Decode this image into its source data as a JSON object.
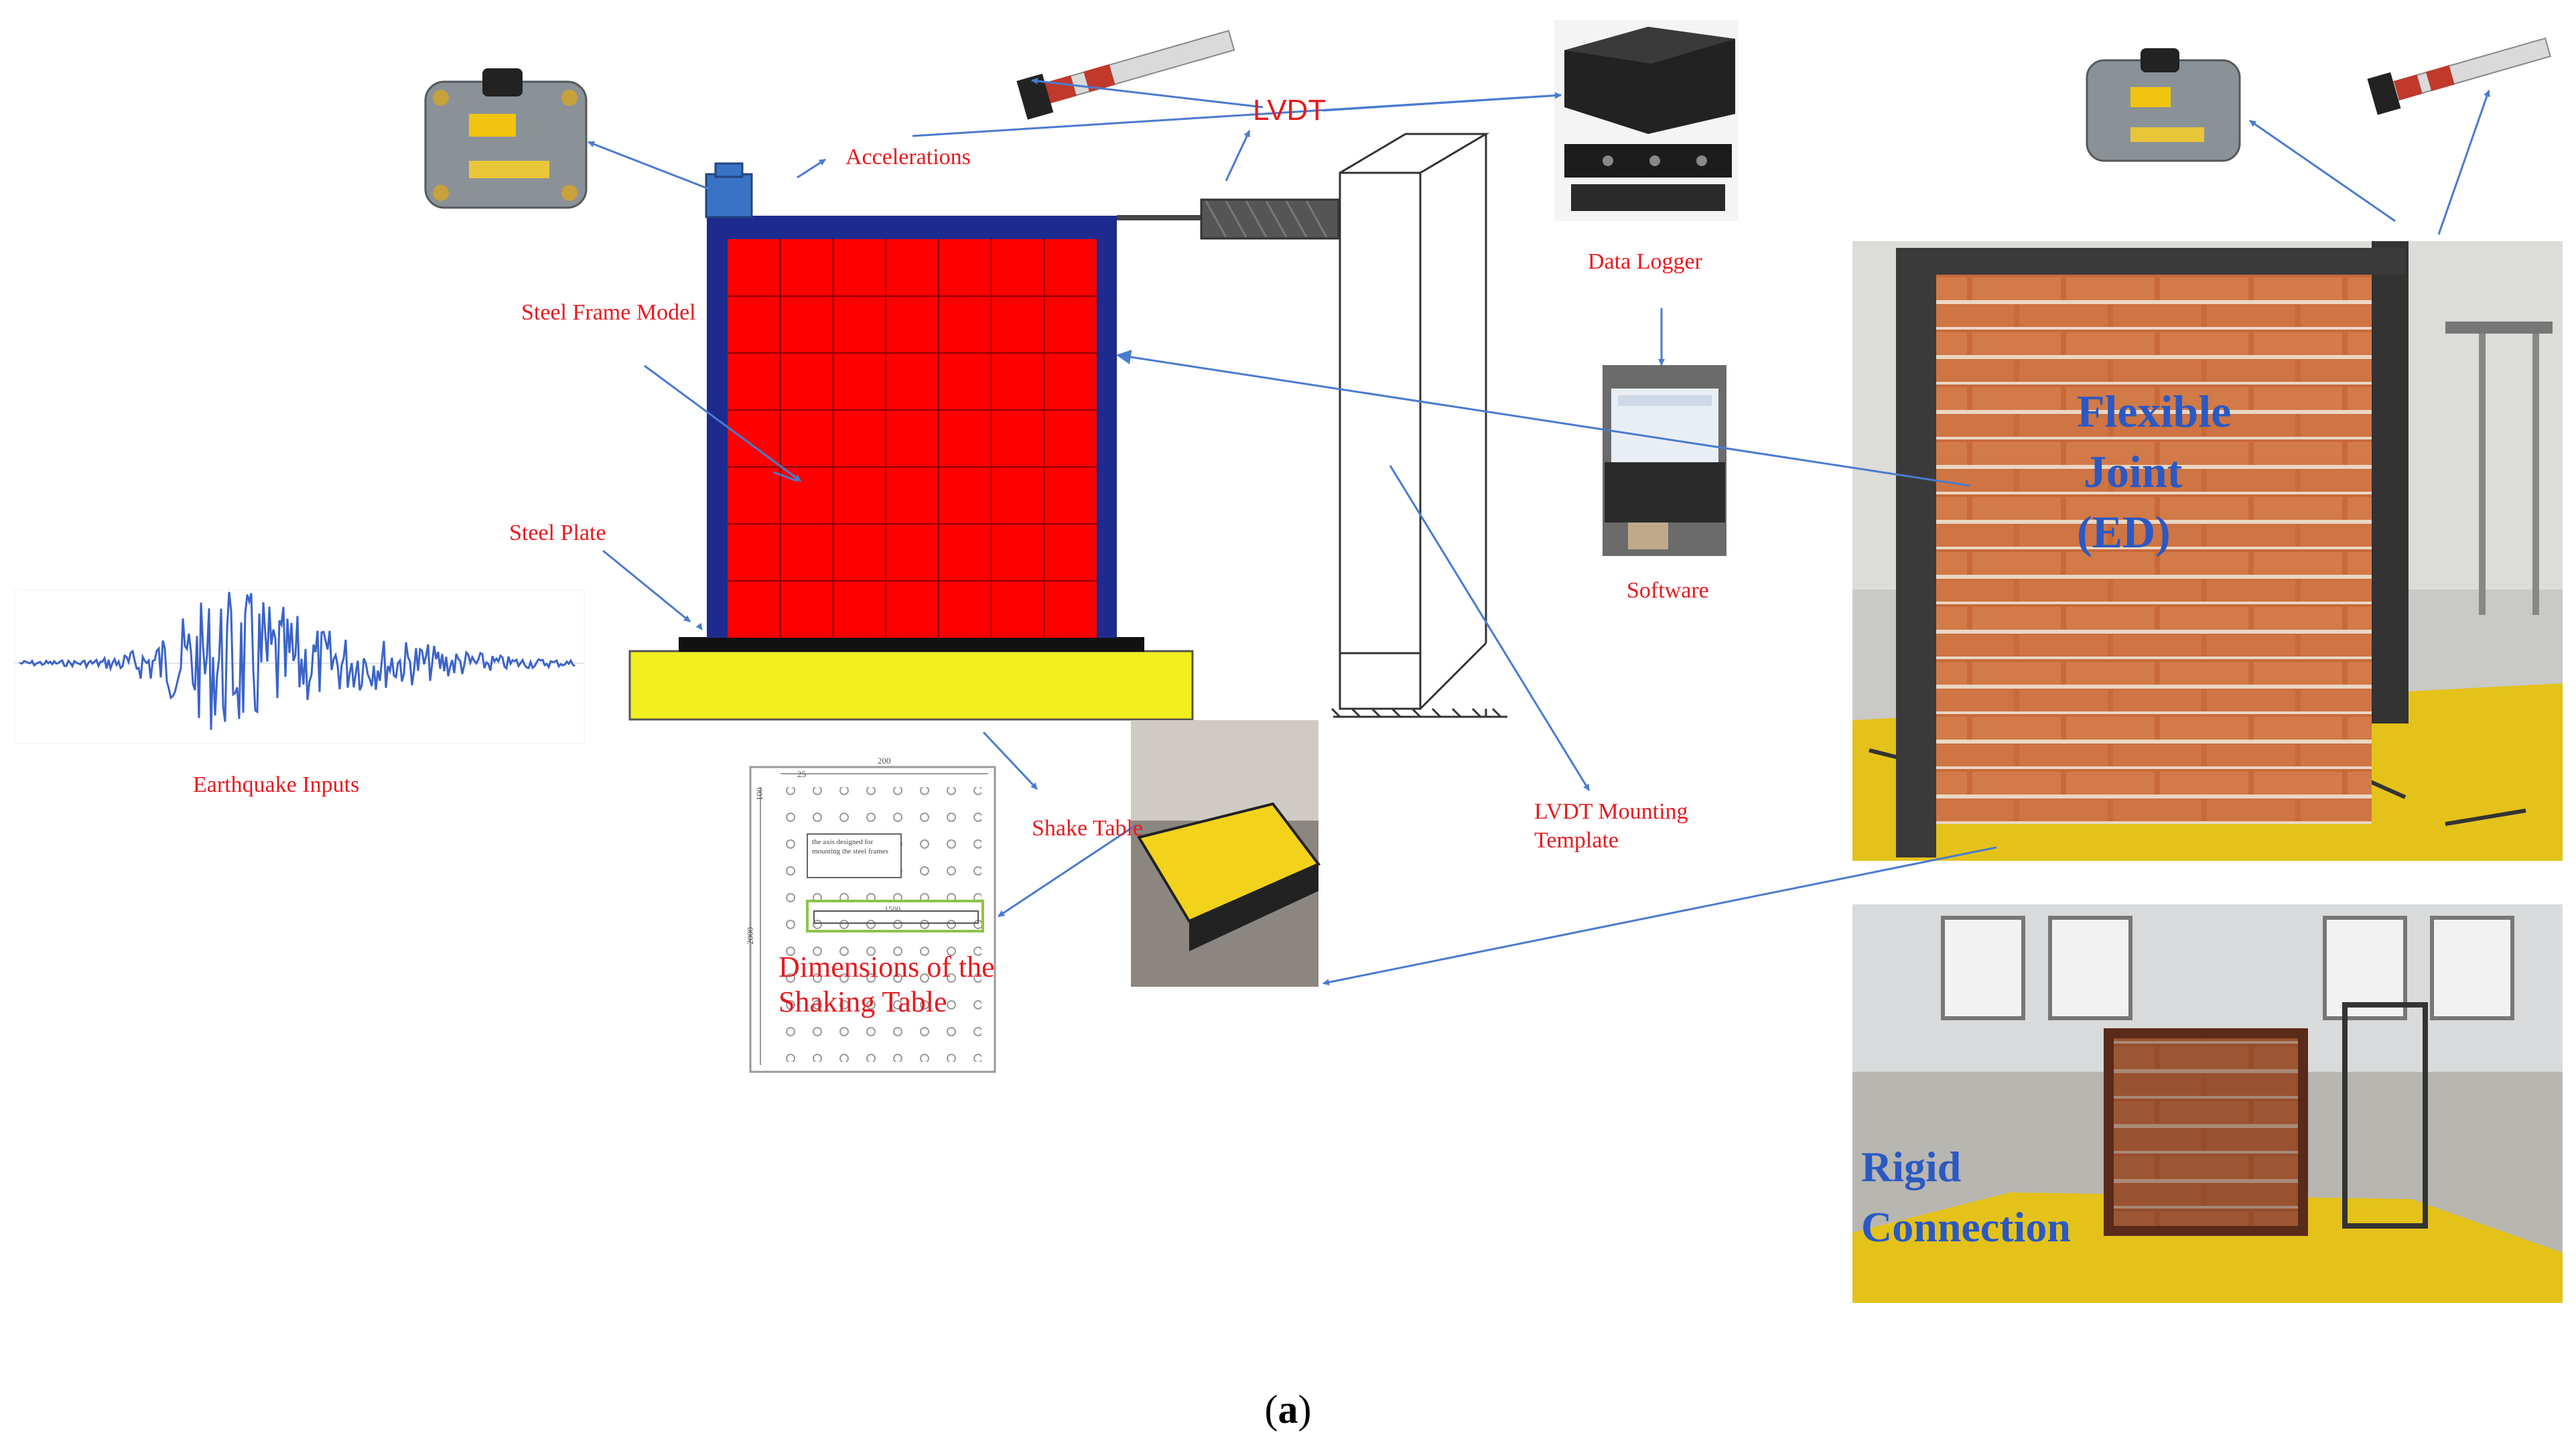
{
  "labels": {
    "accelerations": "Accelerations",
    "lvdt": "LVDT",
    "data_logger": "Data Logger",
    "software": "Software",
    "steel_frame_model": "Steel Frame Model",
    "steel_plate": "Steel Plate",
    "earthquake_inputs": "Earthquake Inputs",
    "shake_table": "Shake Table",
    "lvdt_mounting_line1": "LVDT Mounting",
    "lvdt_mounting_line2": "Template",
    "dimensions_line1": "Dimensions of the",
    "dimensions_line2": "Shaking Table",
    "flexible_line1": "Flexible",
    "flexible_line2": "Joint",
    "flexible_line3": "(ED)",
    "rigid_line1": "Rigid",
    "rigid_line2": "Connection"
  },
  "drawing_text": {
    "dim_top": "200",
    "dim_small": "25",
    "dim_side": "2000",
    "dim_left": "100",
    "note": "the axis designed for mounting the steel frames",
    "dim_inner": "1500"
  },
  "caption": {
    "open": "(",
    "letter": "a",
    "close": ")"
  },
  "colors": {
    "label_red": "#e8191e",
    "arrow_blue": "#4a7bd0",
    "frame_blue": "#1d2b8f",
    "infill_red": "#ff0000",
    "base_yellow": "#f2ef1e",
    "photo_label_blue": "#2b59c3"
  }
}
